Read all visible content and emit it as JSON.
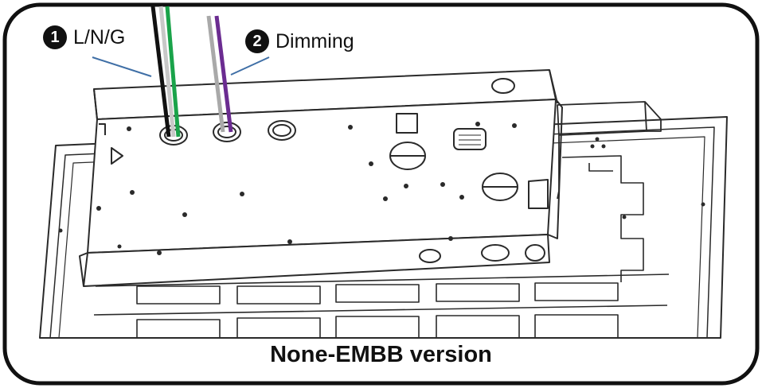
{
  "callouts": [
    {
      "number": "1",
      "label": "L/N/G"
    },
    {
      "number": "2",
      "label": "Dimming"
    }
  ],
  "caption": "None-EMBB version",
  "wire_colors": {
    "line": "#111111",
    "neutral": "#c8c8c8",
    "ground": "#1aa34a",
    "dim_gray": "#a9a9a9",
    "dim_purple": "#6b2c91"
  },
  "leader_color": "#3f6fa6"
}
